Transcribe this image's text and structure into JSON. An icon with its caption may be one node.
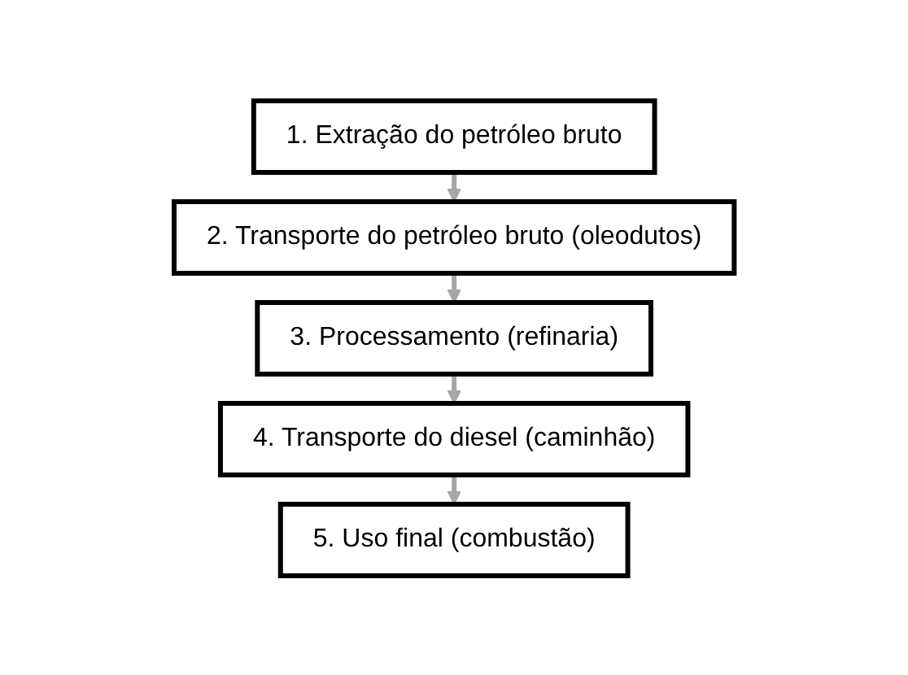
{
  "diagram": {
    "nodes": [
      {
        "text": [
          "1. Extração do petróleo bruto"
        ]
      },
      {
        "text": [
          "2. Transporte do petróleo bruto (oleodutos)"
        ]
      },
      {
        "text": [
          "3. Processamento (refinaria)"
        ]
      },
      {
        "text": [
          "4. Transporte do diesel (caminhão)"
        ]
      },
      {
        "text": [
          "5. Uso final (combustão)"
        ]
      }
    ],
    "edges": [
      {
        "from": 0,
        "to": 1,
        "arrow": "to"
      },
      {
        "from": 1,
        "to": 2,
        "arrow": "to"
      },
      {
        "from": 2,
        "to": 3,
        "arrow": "to"
      },
      {
        "from": 3,
        "to": 4,
        "arrow": "to"
      }
    ]
  }
}
